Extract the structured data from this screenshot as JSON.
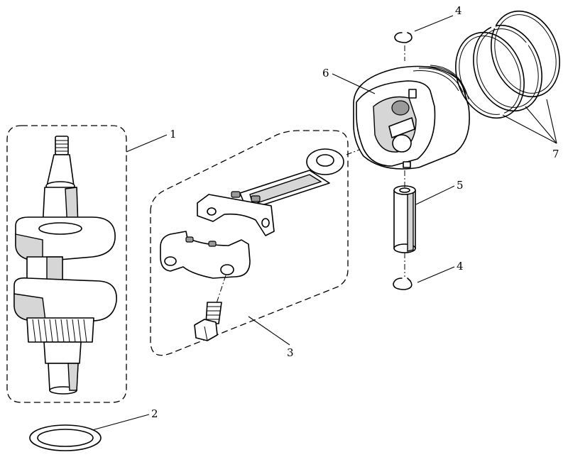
{
  "callouts": {
    "c1": "1",
    "c2": "2",
    "c3": "3",
    "c4_top": "4",
    "c4_bottom": "4",
    "c5": "5",
    "c6": "6",
    "c7": "7"
  }
}
